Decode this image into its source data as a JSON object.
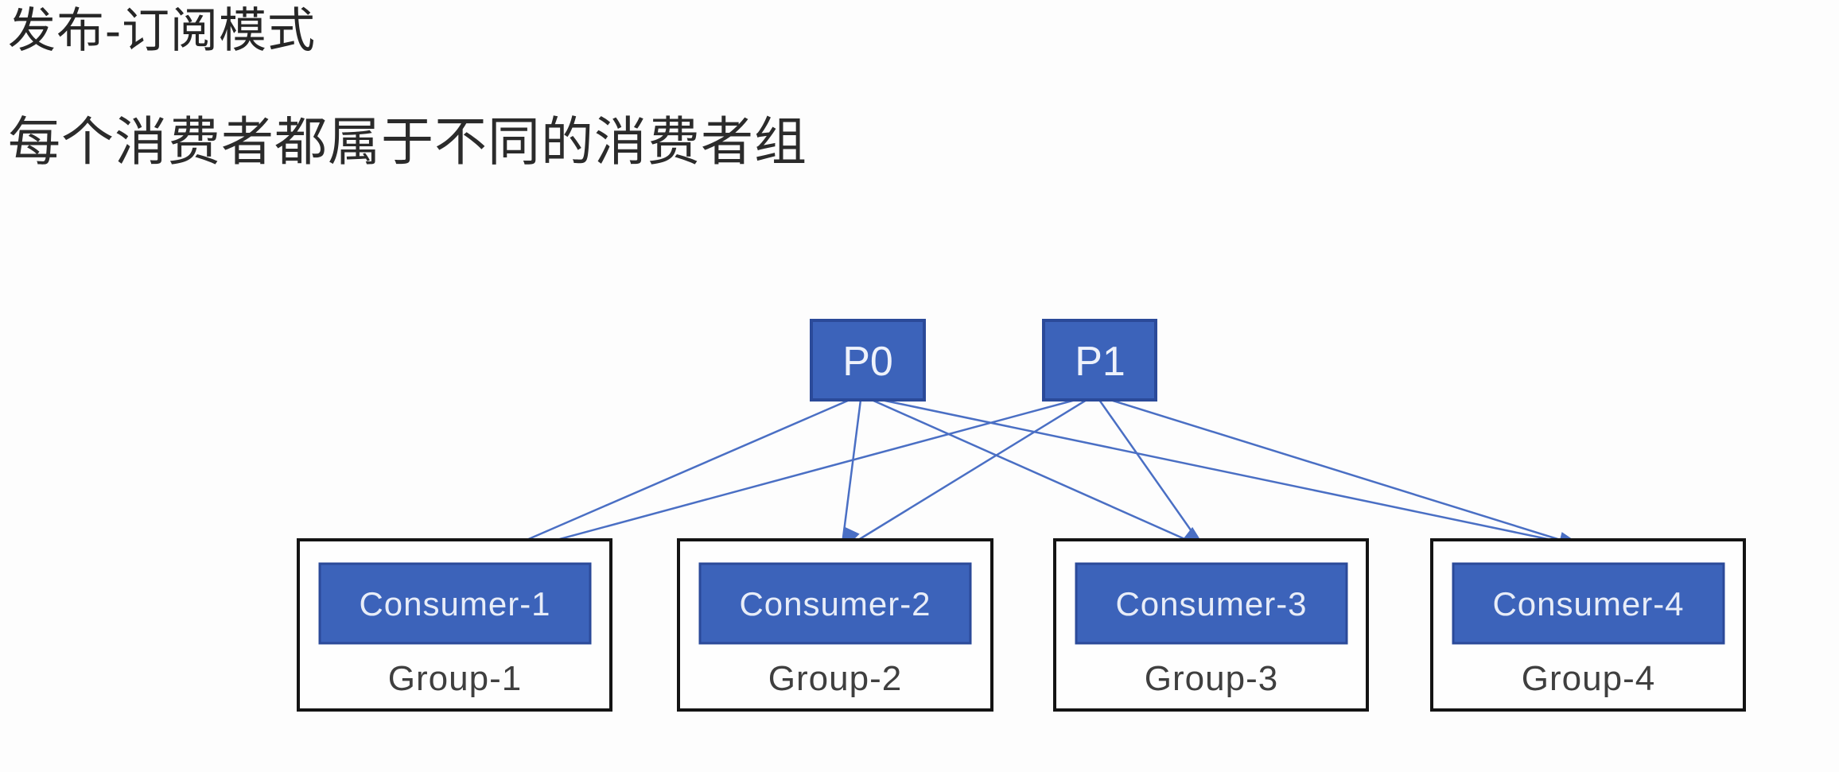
{
  "slide": {
    "title": "发布-订阅模式",
    "subtitle": "每个消费者都属于不同的消费者组"
  },
  "diagram": {
    "partitions": [
      {
        "label": "P0"
      },
      {
        "label": "P1"
      }
    ],
    "groups": [
      {
        "consumer_label": "Consumer-1",
        "group_label": "Group-1"
      },
      {
        "consumer_label": "Consumer-2",
        "group_label": "Group-2"
      },
      {
        "consumer_label": "Consumer-3",
        "group_label": "Group-3"
      },
      {
        "consumer_label": "Consumer-4",
        "group_label": "Group-4"
      }
    ],
    "connections": [
      {
        "from": "P0",
        "to": "Consumer-1"
      },
      {
        "from": "P0",
        "to": "Consumer-2"
      },
      {
        "from": "P0",
        "to": "Consumer-3"
      },
      {
        "from": "P0",
        "to": "Consumer-4"
      },
      {
        "from": "P1",
        "to": "Consumer-1"
      },
      {
        "from": "P1",
        "to": "Consumer-2"
      },
      {
        "from": "P1",
        "to": "Consumer-3"
      },
      {
        "from": "P1",
        "to": "Consumer-4"
      }
    ],
    "colors": {
      "node_fill": "#3c63ba",
      "node_border": "#2b4a99",
      "arrow": "#4a6fc4",
      "group_box_border": "#141414",
      "node_text": "#eef2fb",
      "group_text": "#3f3f3f",
      "heading_text": "#262626",
      "background": "#fdfdfd"
    }
  }
}
